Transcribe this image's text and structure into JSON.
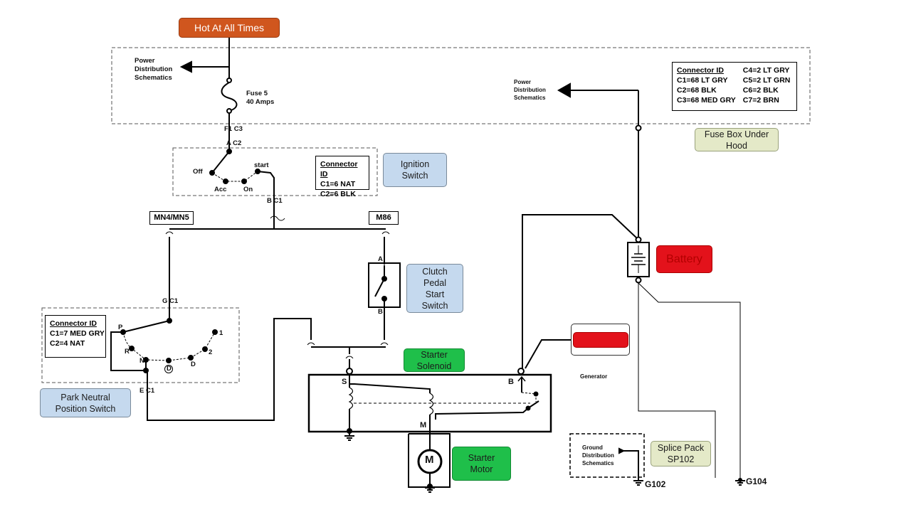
{
  "callouts": {
    "hot_at_all_times": "Hot At All Times",
    "ignition_switch": "Ignition\nSwitch",
    "fuse_box": "Fuse Box Under\nHood",
    "clutch_switch": "Clutch\nPedal\nStart\nSwitch",
    "park_neutral": "Park Neutral\nPosition Switch",
    "starter_solenoid": "Starter\nSolenoid",
    "starter_motor": "Starter\nMotor",
    "battery": "Battery",
    "generator_box": "Generator",
    "splice_pack": "Splice Pack\nSP102"
  },
  "connector_fusebox": {
    "title": "Connector ID",
    "col1": [
      "C1=68 LT GRY",
      "C2=68 BLK",
      "C3=68 MED GRY"
    ],
    "col2": [
      "C4=2 LT GRY",
      "C5=2 LT GRN",
      "C6=2 BLK",
      "C7=2 BRN"
    ]
  },
  "connector_ignition": {
    "title": "Connector ID",
    "lines": [
      "C1=6 NAT",
      "C2=6 BLK"
    ]
  },
  "connector_pnp": {
    "title": "Connector ID",
    "lines": [
      "C1=7 MED GRY",
      "C2=4 NAT"
    ]
  },
  "tags": {
    "mn4": "MN4/MN5",
    "m86": "M86"
  },
  "labels": {
    "pds_left": "Power\nDistribution\nSchematics",
    "pds_right": "Power\nDistribution\nSchematics",
    "fuse5": "Fuse 5\n40 Amps",
    "f1c3": "F1 C3",
    "ac2": "A  C2",
    "off": "Off",
    "acc": "Acc",
    "on": "On",
    "start": "start",
    "bc1_ign": "B  C1",
    "gc1": "G  C1",
    "ec1": "E  C1",
    "p": "P",
    "r": "R",
    "n": "N",
    "d_circ": "D",
    "d": "D",
    "two": "2",
    "one": "1",
    "clutch_a": "A",
    "clutch_b": "B",
    "s": "S",
    "b": "B",
    "m": "M",
    "motor_m": "M",
    "generator": "Generator",
    "gds": "Ground\nDistribution\nSchematics",
    "g102": "G102",
    "g104": "G104"
  }
}
